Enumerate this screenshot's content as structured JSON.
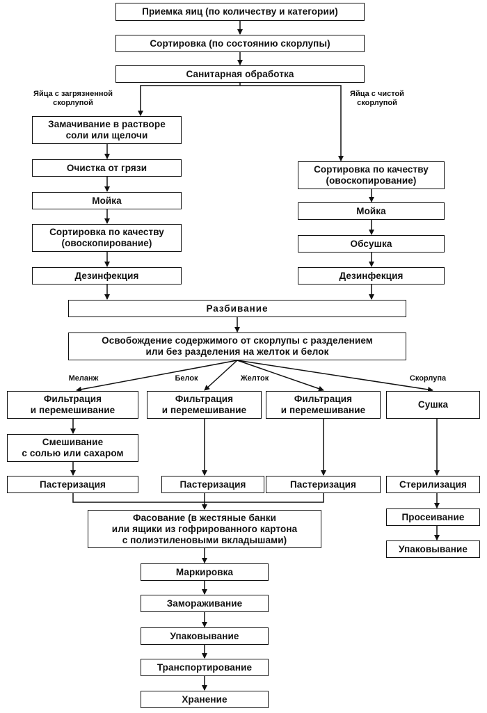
{
  "diagram": {
    "nodes": {
      "n1": "Приемка яиц (по количеству и категории)",
      "n2": "Сортировка (по состоянию скорлупы)",
      "n3": "Санитарная обработка",
      "n4": "Замачивание в растворе\nсоли или щелочи",
      "n5": "Очистка от грязи",
      "n6": "Мойка",
      "n7": "Сортировка по качеству\n(овоскопирование)",
      "n8": "Дезинфекция",
      "n9": "Сортировка по качеству\n(овоскопирование)",
      "n10": "Мойка",
      "n11": "Обсушка",
      "n12": "Дезинфекция",
      "n13": "Разбивание",
      "n14": "Освобождение содержимого от скорлупы с разделением\nили без разделения на желток и белок",
      "n15": "Фильтрация\nи перемешивание",
      "n16": "Фильтрация\nи перемешивание",
      "n17": "Фильтрация\nи перемешивание",
      "n18": "Сушка",
      "n19": "Смешивание\nс солью или сахаром",
      "n20": "Пастеризация",
      "n21": "Пастеризация",
      "n22": "Пастеризация",
      "n23": "Стерилизация",
      "n24": "Фасование (в жестяные банки\nили ящики из гофрированного картона\nс полиэтиленовыми вкладышами)",
      "n25": "Просеивание",
      "n26": "Упаковывание",
      "n27": "Маркировка",
      "n28": "Замораживание",
      "n29": "Упаковывание",
      "n30": "Транспортирование",
      "n31": "Хранение"
    },
    "labels": {
      "dirty": "Яйца с загрязненной\nскорлупой",
      "clean": "Яйца с чистой\nскорлупой",
      "melange": "Меланж",
      "white": "Белок",
      "yolk": "Желток",
      "shell": "Скорлупа"
    },
    "colors": {
      "line": "#111111",
      "box_fill": "#ffffff",
      "text": "#111111"
    }
  }
}
